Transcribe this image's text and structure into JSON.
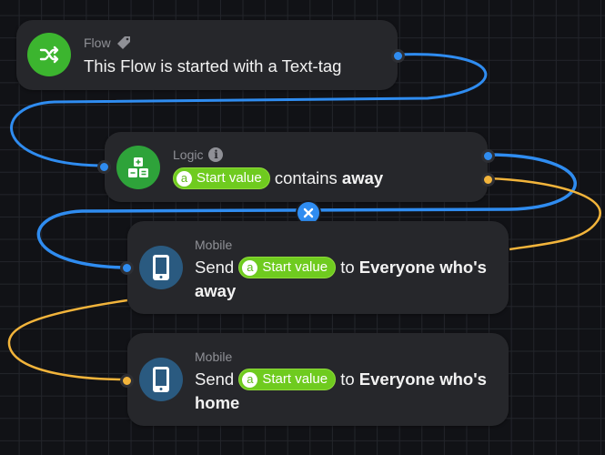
{
  "colors": {
    "canvas_bg": "#111216",
    "card_bg": "#26272b",
    "flow_green": "#3cb52f",
    "logic_green": "#2ea33a",
    "mobile_blue": "#2a5a80",
    "chip_green": "#6fcb1f",
    "wire_blue": "#2f8cf0",
    "wire_orange": "#f2b43b"
  },
  "nodes": [
    {
      "id": "flow",
      "kind_label": "Flow",
      "kind_icon": "tag-icon",
      "icon": "shuffle-icon",
      "text": "This Flow is started with a Text-tag"
    },
    {
      "id": "logic",
      "kind_label": "Logic",
      "kind_icon": "info-icon",
      "icon": "calculator-icon",
      "chip": {
        "badge": "a",
        "label": "Start value"
      },
      "operator": "contains",
      "value": "away"
    },
    {
      "id": "mobile1",
      "kind_label": "Mobile",
      "icon": "smartphone-icon",
      "prefix": "Send",
      "chip": {
        "badge": "a",
        "label": "Start value"
      },
      "middle": "to",
      "target_line1": "Everyone who's",
      "target_line2": "away"
    },
    {
      "id": "mobile2",
      "kind_label": "Mobile",
      "icon": "smartphone-icon",
      "prefix": "Send",
      "chip": {
        "badge": "a",
        "label": "Start value"
      },
      "middle": "to",
      "target_line1": "Everyone who's",
      "target_line2": "home"
    }
  ],
  "connection_remove_label": "×"
}
